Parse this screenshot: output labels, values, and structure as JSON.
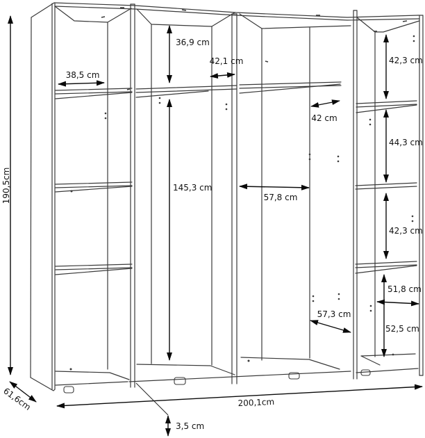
{
  "diagram": {
    "kind": "wardrobe-interior-dimension-drawing",
    "units": "cm",
    "line_color": "#3a3a3a",
    "dimension_color": "#0a0a0a",
    "background": "#ffffff",
    "labels": {
      "total_height": "190,5cm",
      "total_depth": "61,6cm",
      "total_width": "200,1cm",
      "foot_height": "3,5 cm",
      "left_column_width": "38,5 cm",
      "top_compartment_height": "36,9 cm",
      "upper_middle_width": "42,1 cm",
      "shelf_depth": "42 cm",
      "middle_compartment_height": "145,3 cm",
      "middle_section_width": "57,8 cm",
      "interior_depth": "57,3 cm",
      "right_top_compartment_height": "42,3 cm",
      "right_second_compartment_height": "44,3 cm",
      "right_third_compartment_height": "42,3 cm",
      "right_column_width": "51,8 cm",
      "right_bottom_compartment_height": "52,5 cm"
    }
  }
}
